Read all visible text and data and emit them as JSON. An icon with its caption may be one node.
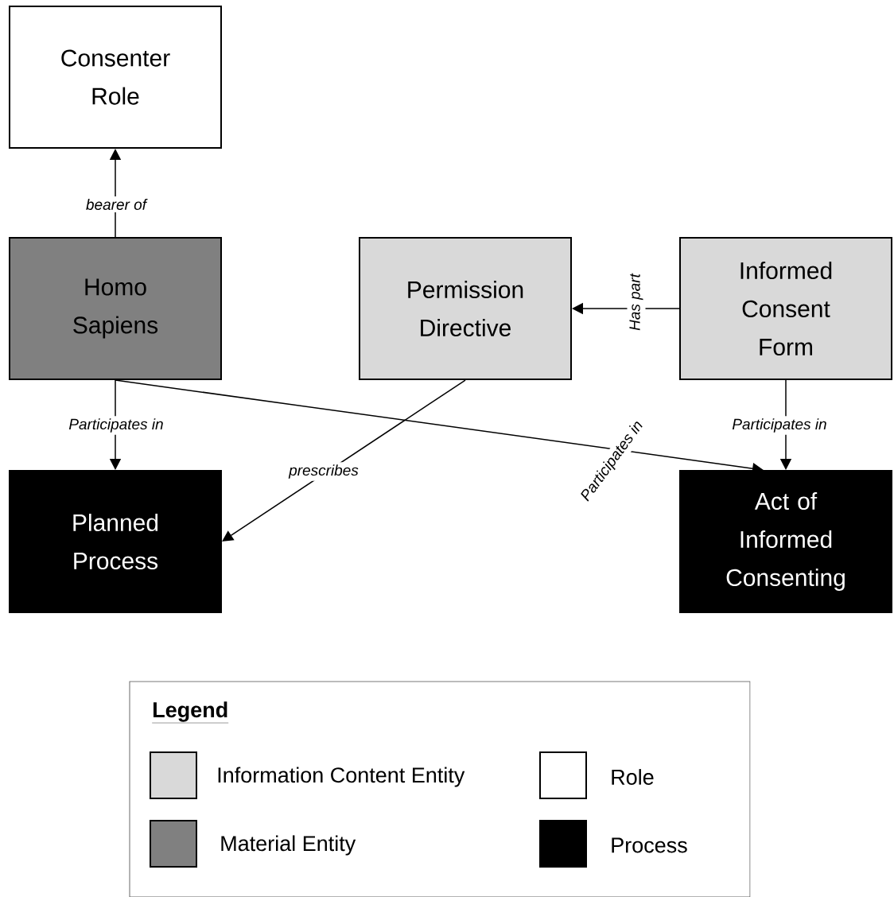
{
  "diagram": {
    "nodes": [
      {
        "text": [
          "Consenter Role"
        ]
      },
      {
        "text": [
          "Homo Sapiens"
        ]
      },
      {
        "text": [
          "Permission Directive"
        ]
      },
      {
        "text": [
          "Informed Consent Form"
        ]
      },
      {
        "text": [
          "Planned Process"
        ]
      },
      {
        "text": [
          "Act of Informed Consenting"
        ]
      }
    ],
    "edges": [
      {
        "from": 1,
        "to": 0,
        "arrow": "to",
        "label": "bearer of"
      },
      {
        "from": 3,
        "to": 2,
        "arrow": "to",
        "label": "Has part"
      },
      {
        "from": 1,
        "to": 4,
        "arrow": "to",
        "label": "Participates in"
      },
      {
        "from": 2,
        "to": 4,
        "arrow": "to",
        "label": "prescribes"
      },
      {
        "from": 1,
        "to": 5,
        "arrow": "to",
        "label": "Participates in"
      },
      {
        "from": 3,
        "to": 5,
        "arrow": "to",
        "label": "Participates in"
      }
    ],
    "labels": [
      "Legend"
    ],
    "legend": [
      {
        "text": "Information Content Entity",
        "color": "#d9d9d9"
      },
      {
        "text": "Role",
        "color": "#ffffff"
      },
      {
        "text": "Material Entity",
        "color": "#808080"
      },
      {
        "text": "Process",
        "color": "#000000"
      }
    ]
  }
}
